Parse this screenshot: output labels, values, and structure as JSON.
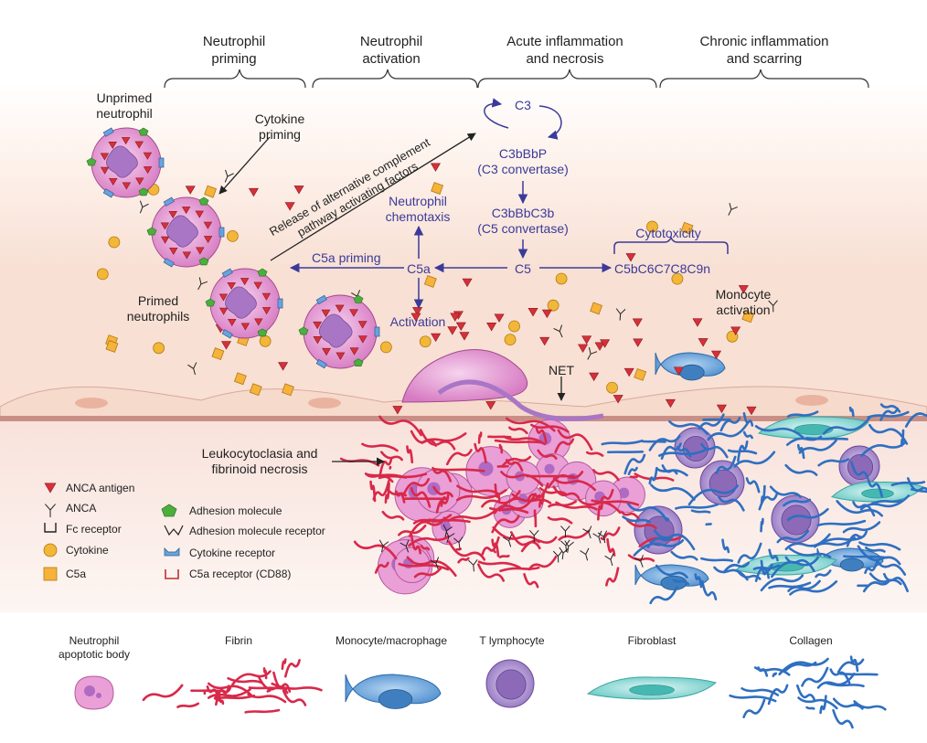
{
  "phases": [
    {
      "line1": "Neutrophil",
      "line2": "priming"
    },
    {
      "line1": "Neutrophil",
      "line2": "activation"
    },
    {
      "line1": "Acute inflammation",
      "line2": "and necrosis"
    },
    {
      "line1": "Chronic inflammation",
      "line2": "and scarring"
    }
  ],
  "labels": {
    "unprimed": {
      "line1": "Unprimed",
      "line2": "neutrophil"
    },
    "cytokine_priming": {
      "line1": "Cytokine",
      "line2": "priming"
    },
    "release": {
      "line1": "Release of alternative complement",
      "line2": "pathway activating factors"
    },
    "primed": {
      "line1": "Primed",
      "line2": "neutrophils"
    },
    "c5a_priming": "C5a priming",
    "chemotaxis": {
      "line1": "Neutrophil",
      "line2": "chemotaxis"
    },
    "activation": "Activation",
    "monocyte_activation": {
      "line1": "Monocyte",
      "line2": "activation"
    },
    "net": "NET",
    "leukocytoclasia": {
      "line1": "Leukocytoclasia and",
      "line2": "fibrinoid necrosis"
    }
  },
  "complement": {
    "c3": "C3",
    "c3bbbp": "C3bBbP",
    "c3_convertase": "(C3 convertase)",
    "c3bbbc3b": "C3bBbC3b",
    "c5_convertase": "(C5 convertase)",
    "c5": "C5",
    "c5a": "C5a",
    "cytotoxicity": "Cytotoxicity",
    "mac": "C5bC6C7C8C9n"
  },
  "legend_left": [
    {
      "label": "ANCA antigen",
      "icon": "red-triangle"
    },
    {
      "label": "ANCA",
      "icon": "y-antibody"
    },
    {
      "label": "Fc receptor",
      "icon": "fc-receptor"
    },
    {
      "label": "Cytokine",
      "icon": "orange-circle"
    },
    {
      "label": "C5a",
      "icon": "orange-square"
    }
  ],
  "legend_right": [
    {
      "label": "Adhesion molecule",
      "icon": "green-pentagon"
    },
    {
      "label": "Adhesion molecule receptor",
      "icon": "v-receptor"
    },
    {
      "label": "Cytokine receptor",
      "icon": "blue-cup"
    },
    {
      "label": "C5a receptor (CD88)",
      "icon": "red-receptor"
    }
  ],
  "bottom_legend": [
    {
      "line1": "Neutrophil",
      "line2": "apoptotic body"
    },
    {
      "line1": "Fibrin",
      "line2": ""
    },
    {
      "line1": "Monocyte/macrophage",
      "line2": ""
    },
    {
      "line1": "T lymphocyte",
      "line2": ""
    },
    {
      "line1": "Fibroblast",
      "line2": ""
    },
    {
      "line1": "Collagen",
      "line2": ""
    }
  ],
  "colors": {
    "anca_antigen": "#d6303a",
    "neutrophil": "#e8a0d4",
    "monocyte": "#6ea6dc",
    "lymphocyte": "#a58ac8",
    "fibroblast": "#7fd6d2",
    "collagen": "#2f6fc0",
    "fibrin": "#d8294a",
    "cytokine": "#f2b738",
    "adhesion": "#4caf3c",
    "complement_text": "#3a3a9a"
  }
}
